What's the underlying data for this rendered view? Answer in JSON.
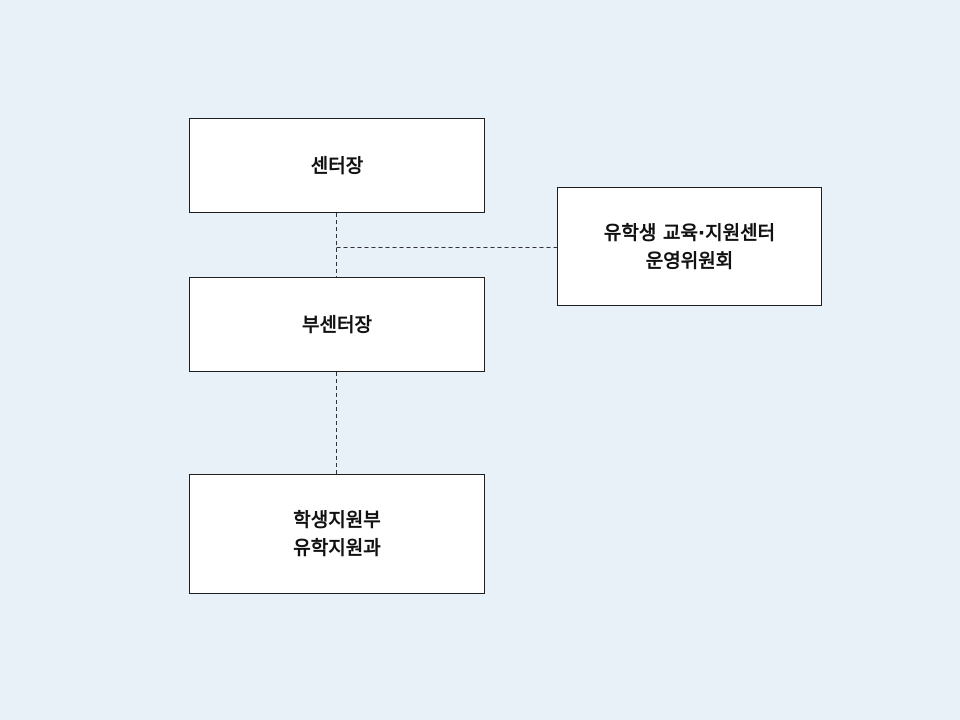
{
  "org_chart": {
    "director": {
      "label": "센터장"
    },
    "vice_director": {
      "label": "부센터장"
    },
    "committee": {
      "line1": "유학생 교육·지원센터",
      "line2": "운영위원회"
    },
    "department": {
      "line1": "학생지원부",
      "line2": "유학지원과"
    }
  },
  "colors": {
    "background": "#e8f0f8",
    "box_fill": "#ffffff",
    "box_border": "#1f1f1f",
    "connector": "#333333"
  }
}
